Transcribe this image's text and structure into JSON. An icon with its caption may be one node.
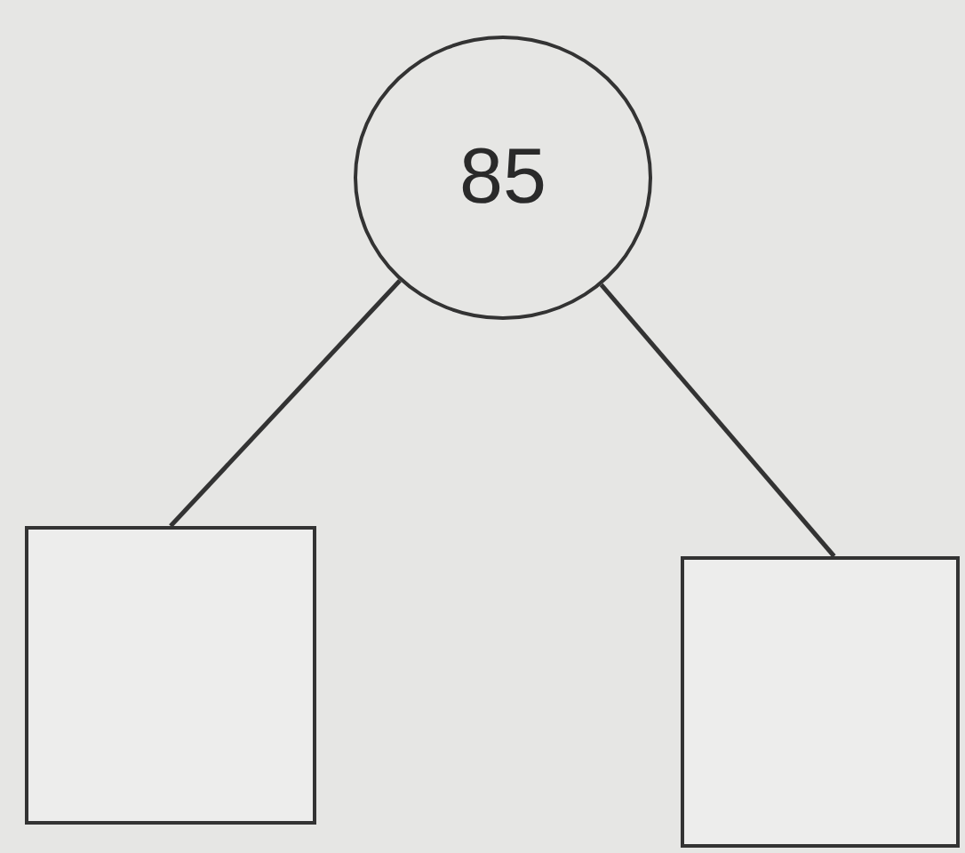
{
  "diagram": {
    "nodes": [
      {
        "text": [
          "85"
        ]
      },
      {
        "text": [],
        "shape": "box"
      },
      {
        "text": [],
        "shape": "box"
      }
    ],
    "edges": [
      {
        "from": 0,
        "to": 1,
        "arrow": "none"
      },
      {
        "from": 0,
        "to": 2,
        "arrow": "none"
      }
    ]
  }
}
